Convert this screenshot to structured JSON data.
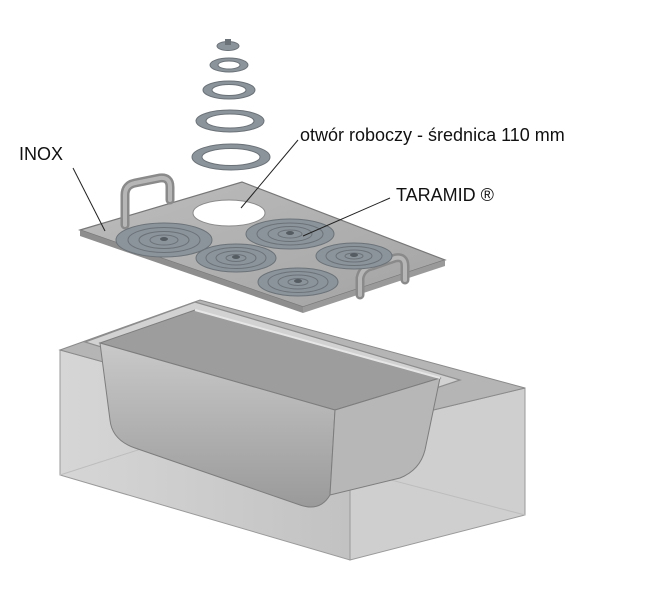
{
  "labels": {
    "working_hole": "otwór roboczy - średnica 110 mm",
    "taramid": "TARAMID ®",
    "inox": "INOX"
  },
  "colors": {
    "lid": "#a8a8a8",
    "lid_edge": "#777777",
    "ring": "#8c949b",
    "ring_dark": "#6b7278",
    "tank": "#b8b8b8",
    "tank_dark": "#8a8a8a",
    "leader": "#222222"
  }
}
